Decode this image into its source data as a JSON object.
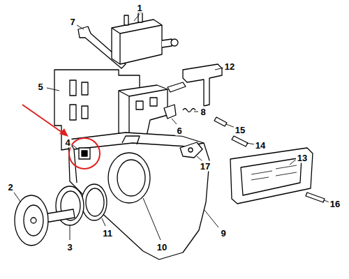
{
  "diagram": {
    "labels": [
      "1",
      "7",
      "12",
      "5",
      "8",
      "6",
      "4",
      "15",
      "14",
      "17",
      "13",
      "2",
      "16",
      "11",
      "3",
      "10",
      "9"
    ]
  }
}
